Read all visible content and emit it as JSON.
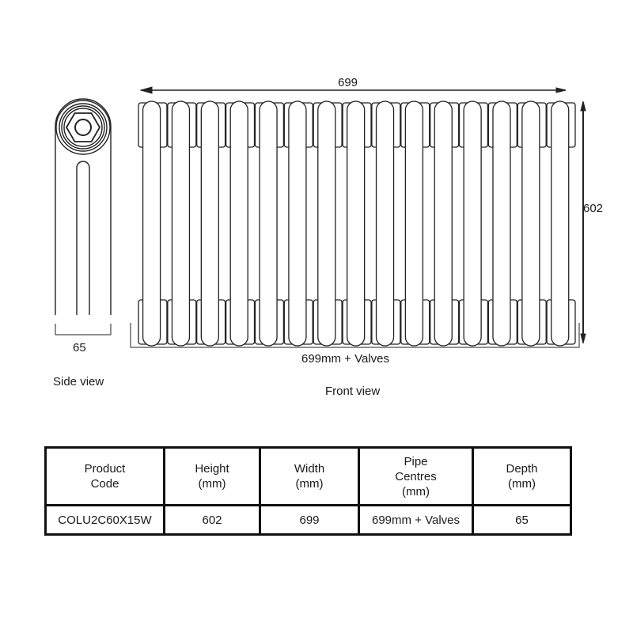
{
  "drawing": {
    "front_width_dim": "699",
    "front_height_dim": "602",
    "front_bottom_dim": "699mm + Valves",
    "side_depth_dim": "65",
    "side_view_label": "Side view",
    "front_view_label": "Front view",
    "column_count": 15,
    "line_color": "#222222"
  },
  "table": {
    "headers": [
      {
        "lines": [
          "Product",
          "Code"
        ]
      },
      {
        "lines": [
          "Height",
          "(mm)"
        ]
      },
      {
        "lines": [
          "Width",
          "(mm)"
        ]
      },
      {
        "lines": [
          "Pipe",
          "Centres",
          "(mm)"
        ]
      },
      {
        "lines": [
          "Depth",
          "(mm)"
        ]
      }
    ],
    "rows": [
      {
        "product_code": "COLU2C60X15W",
        "height": "602",
        "width": "699",
        "pipe_centres": "699mm + Valves",
        "depth": "65"
      }
    ]
  }
}
